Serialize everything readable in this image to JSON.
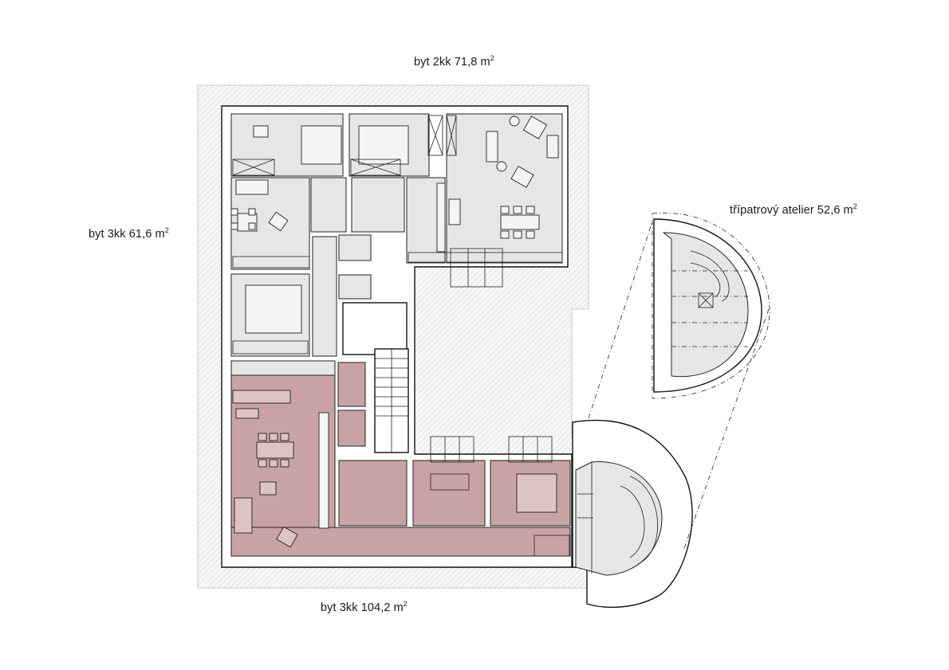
{
  "labels": {
    "top": {
      "text": "byt 2kk 71,8 m",
      "sup": "2"
    },
    "left": {
      "text": "byt 3kk 61,6 m",
      "sup": "2"
    },
    "right": {
      "text": "třípatrový atelier 52,6 m",
      "sup": "2"
    },
    "bottom": {
      "text": "byt 3kk 104,2 m",
      "sup": "2"
    }
  },
  "colors": {
    "highlight": "#c9a3a3",
    "room_gray": "#e6e6e6",
    "wall": "#111111"
  }
}
